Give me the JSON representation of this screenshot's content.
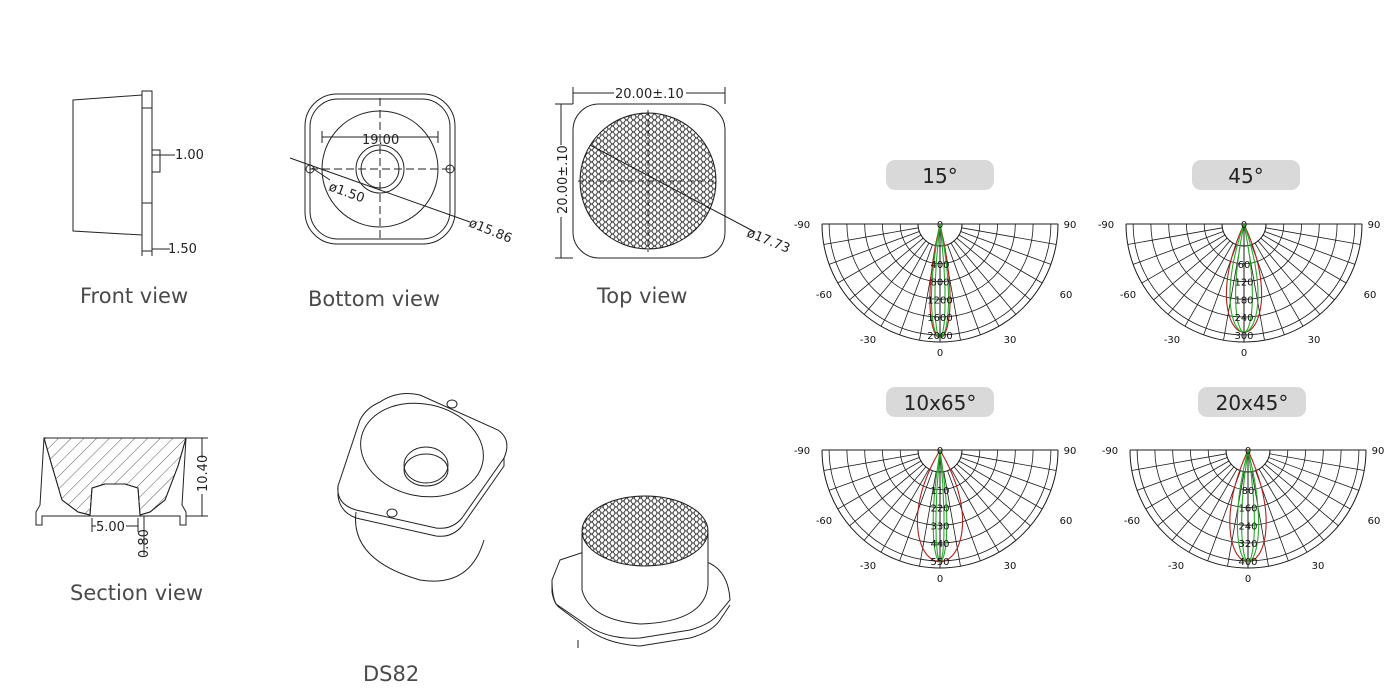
{
  "views": {
    "front": "Front view",
    "bottom": "Bottom view",
    "top": "Top view",
    "section": "Section view",
    "model": "DS82"
  },
  "dimensions": {
    "front_a": "1.00",
    "front_b": "1.50",
    "bottom_width": "19.00",
    "bottom_hole": "ø1.50",
    "bottom_diameter": "ø15.86",
    "top_width": "20.00±.10",
    "top_height": "20.00±.10",
    "top_diameter": "ø17.73",
    "section_height": "10.40",
    "section_width": "5.00",
    "section_step": "0.80"
  },
  "polar_plots": [
    {
      "label": "15°",
      "angle_labels": [
        "-90",
        "-60",
        "-30",
        "0",
        "30",
        "60",
        "90",
        "0"
      ],
      "rings": [
        "400",
        "800",
        "1200",
        "1600",
        "2000"
      ],
      "beam": {
        "green": 11,
        "red": 13,
        "scale": 1.0
      }
    },
    {
      "label": "45°",
      "angle_labels": [
        "-90",
        "-60",
        "-30",
        "0",
        "30",
        "60",
        "90",
        "0"
      ],
      "rings": [
        "60",
        "120",
        "180",
        "240",
        "300"
      ],
      "beam": {
        "green": 19,
        "red": 24,
        "scale": 0.95
      }
    },
    {
      "label": "10x65°",
      "angle_labels": [
        "-90",
        "-60",
        "-30",
        "0",
        "30",
        "60",
        "90",
        "0"
      ],
      "rings": [
        "110",
        "220",
        "330",
        "440",
        "550"
      ],
      "beam": {
        "green": 9,
        "red": 30,
        "scale": 0.98
      }
    },
    {
      "label": "20x45°",
      "angle_labels": [
        "-90",
        "-60",
        "-30",
        "0",
        "30",
        "60",
        "90",
        "0"
      ],
      "rings": [
        "80",
        "160",
        "240",
        "320",
        "400"
      ],
      "beam": {
        "green": 14,
        "red": 24,
        "scale": 0.98
      }
    }
  ],
  "colors": {
    "line": "#1a1a1a",
    "green": "#2aa52a",
    "red": "#b02020",
    "badge": "#d9d9d9",
    "caption": "#4a4a4a"
  }
}
